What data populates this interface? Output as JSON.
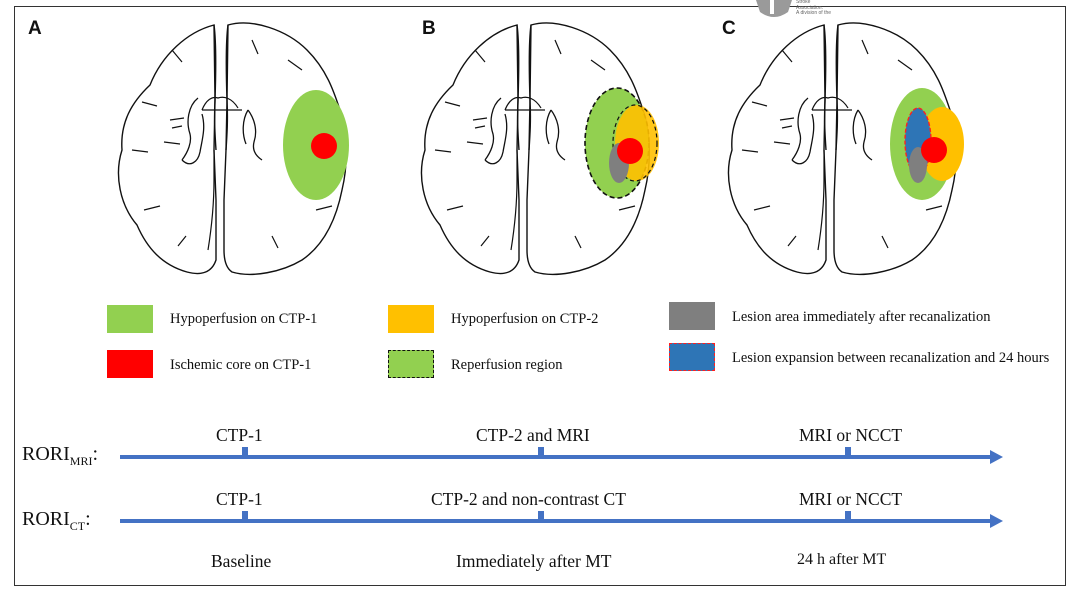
{
  "logo": {
    "lines": [
      "Stroke",
      "Association.",
      "A division of the"
    ]
  },
  "panels": [
    {
      "letter": "A"
    },
    {
      "letter": "B"
    },
    {
      "letter": "C"
    }
  ],
  "legend": [
    {
      "label": "Hypoperfusion on CTP-1",
      "color": "#92d050",
      "style": "solid"
    },
    {
      "label": "Ischemic core on CTP-1",
      "color": "#ff0000",
      "style": "solid"
    },
    {
      "label": "Hypoperfusion on CTP-2",
      "color": "#ffc000",
      "style": "solid"
    },
    {
      "label": "Reperfusion region",
      "color": "#92d050",
      "style": "dashed-black"
    },
    {
      "label": "Lesion area immediately after recanalization",
      "color": "#7f7f7f",
      "style": "solid"
    },
    {
      "label": "Lesion expansion between recanalization and 24 hours",
      "color": "#2e75b6",
      "style": "dashed-red"
    }
  ],
  "timelines": [
    {
      "name_main": "RORI",
      "name_sub": "MRI",
      "suffix": ":",
      "points": [
        "CTP-1",
        "CTP-2 and MRI",
        "MRI or NCCT"
      ]
    },
    {
      "name_main": "RORI",
      "name_sub": "CT",
      "suffix": ":",
      "points": [
        "CTP-1",
        "CTP-2 and non-contrast CT",
        "MRI or NCCT"
      ]
    }
  ],
  "time_labels": [
    "Baseline",
    "Immediately after MT",
    "24 h after MT"
  ],
  "colors": {
    "hypoperfusion_ctp1": "#92d050",
    "core_ctp1": "#ff0000",
    "hypoperfusion_ctp2": "#ffc000",
    "lesion_immediate": "#7f7f7f",
    "lesion_expansion": "#2e75b6",
    "timeline_arrow": "#4472c4"
  }
}
